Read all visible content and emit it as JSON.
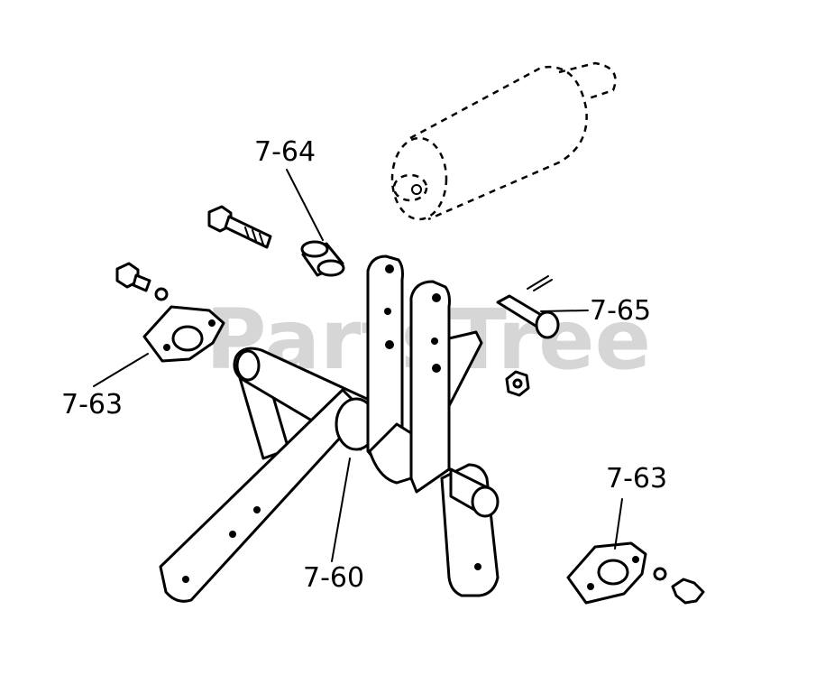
{
  "watermark": "PartsTree",
  "callouts": {
    "c1": "7-64",
    "c2": "7-65",
    "c3": "7-63",
    "c4": "7-63",
    "c5": "7-60"
  }
}
